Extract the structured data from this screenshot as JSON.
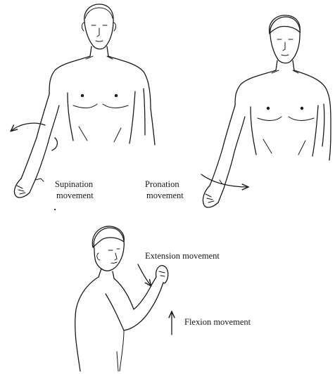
{
  "figures": [
    {
      "id": "supination",
      "label_lines": [
        "Supination",
        "movement"
      ]
    },
    {
      "id": "pronation",
      "label_lines": [
        "Pronation",
        "movement"
      ]
    },
    {
      "id": "flexion-extension",
      "extension_label": "Extension movement",
      "flexion_label": "Flexion movement"
    }
  ]
}
